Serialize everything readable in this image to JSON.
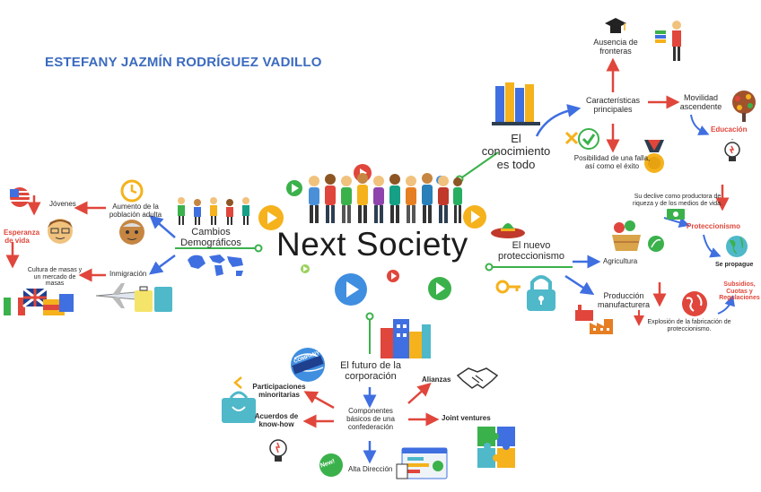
{
  "author": "ESTEFANY JAZMÍN RODRÍGUEZ VADILLO",
  "title": "Next Society",
  "conocimiento": {
    "main": "El conocimiento es todo",
    "caracteristicas": "Características principales",
    "ausencia": "Ausencia de fronteras",
    "movilidad": "Movilidad ascendente",
    "educacion": "Educación",
    "posibilidad": "Posibilidad de una falla, así como el éxito"
  },
  "demograficos": {
    "main": "Cambios Demográficos",
    "aumento": "Aumento de la población adulta",
    "jovenes": "Jóvenes",
    "esperanza": "Esperanza de vida",
    "inmigracion": "Inmigración",
    "cultura": "Cultura de masas y un mercado de masas"
  },
  "proteccionismo": {
    "main": "El nuevo proteccionismo",
    "declive": "Su declive como productora de riqueza y de los medios de vida.",
    "proteccionismo": "Proteccionismo",
    "agricultura": "Agricultura",
    "propague": "Se propague",
    "produccion": "Producción manufacturera",
    "subsidios": "Subsidios, Cuotas y Regulaciones",
    "explosion": "Explosión de la fabricación de proteccionismo."
  },
  "corporacion": {
    "main": "El futuro de la corporación",
    "company": "COMPANY",
    "componentes": "Componentes básicos de una confederación",
    "participaciones": "Participaciones minoritarias",
    "acuerdos": "Acuerdos de know-how",
    "alianzas": "Alianzas",
    "joint": "Joint ventures",
    "alta": "Alta Dirección",
    "new": "New!"
  }
}
